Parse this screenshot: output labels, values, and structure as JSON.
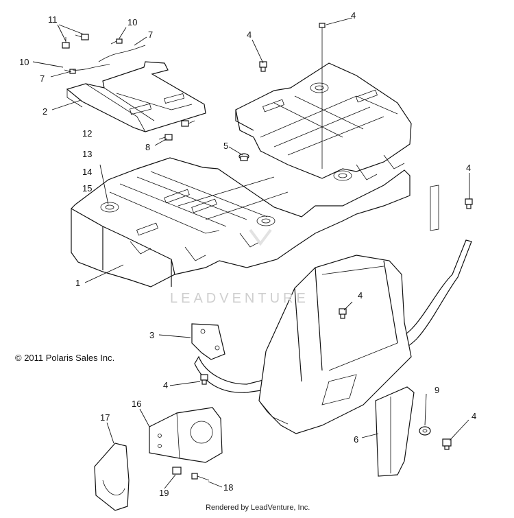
{
  "callouts": [
    {
      "id": "c11",
      "text": "11"
    },
    {
      "id": "c10a",
      "text": "10"
    },
    {
      "id": "c7a",
      "text": "7"
    },
    {
      "id": "c10b",
      "text": "10"
    },
    {
      "id": "c7b",
      "text": "7"
    },
    {
      "id": "c2",
      "text": "2"
    },
    {
      "id": "c12",
      "text": "12"
    },
    {
      "id": "c8",
      "text": "8"
    },
    {
      "id": "c13",
      "text": "13"
    },
    {
      "id": "c14",
      "text": "14"
    },
    {
      "id": "c15",
      "text": "15"
    },
    {
      "id": "c5",
      "text": "5"
    },
    {
      "id": "c4a",
      "text": "4"
    },
    {
      "id": "c4b",
      "text": "4"
    },
    {
      "id": "c4c",
      "text": "4"
    },
    {
      "id": "c1",
      "text": "1"
    },
    {
      "id": "c4d",
      "text": "4"
    },
    {
      "id": "c3",
      "text": "3"
    },
    {
      "id": "c4e",
      "text": "4"
    },
    {
      "id": "c9",
      "text": "9"
    },
    {
      "id": "c4f",
      "text": "4"
    },
    {
      "id": "c16",
      "text": "16"
    },
    {
      "id": "c17",
      "text": "17"
    },
    {
      "id": "c6",
      "text": "6"
    },
    {
      "id": "c19",
      "text": "19"
    },
    {
      "id": "c18",
      "text": "18"
    }
  ],
  "copyright": "© 2011 Polaris Sales Inc.",
  "watermark": "LEADVENTURE",
  "credit": "Rendered by LeadVenture, Inc."
}
